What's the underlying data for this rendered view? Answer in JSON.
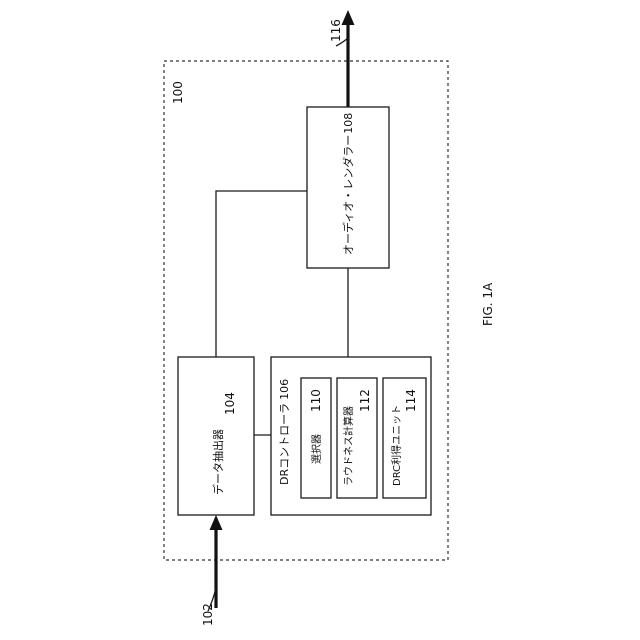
{
  "system": {
    "ref": "100"
  },
  "data_extractor": {
    "label": "データ抽出器",
    "ref": "104"
  },
  "drc_controller": {
    "label": "DRコントローラ",
    "ref": "106"
  },
  "selector": {
    "label": "選択器",
    "ref": "110"
  },
  "loudness_calculator": {
    "label": "ラウドネス計算器",
    "ref": "112"
  },
  "drc_acquisition_unit": {
    "label": "DRC利得ユニット",
    "ref": "114"
  },
  "audio_renderer": {
    "label": "オーディオ・レンダラー",
    "ref": "108"
  },
  "input_signal": {
    "ref": "102"
  },
  "output_signal": {
    "ref": "116"
  },
  "figure": {
    "caption": "FIG. 1A"
  }
}
